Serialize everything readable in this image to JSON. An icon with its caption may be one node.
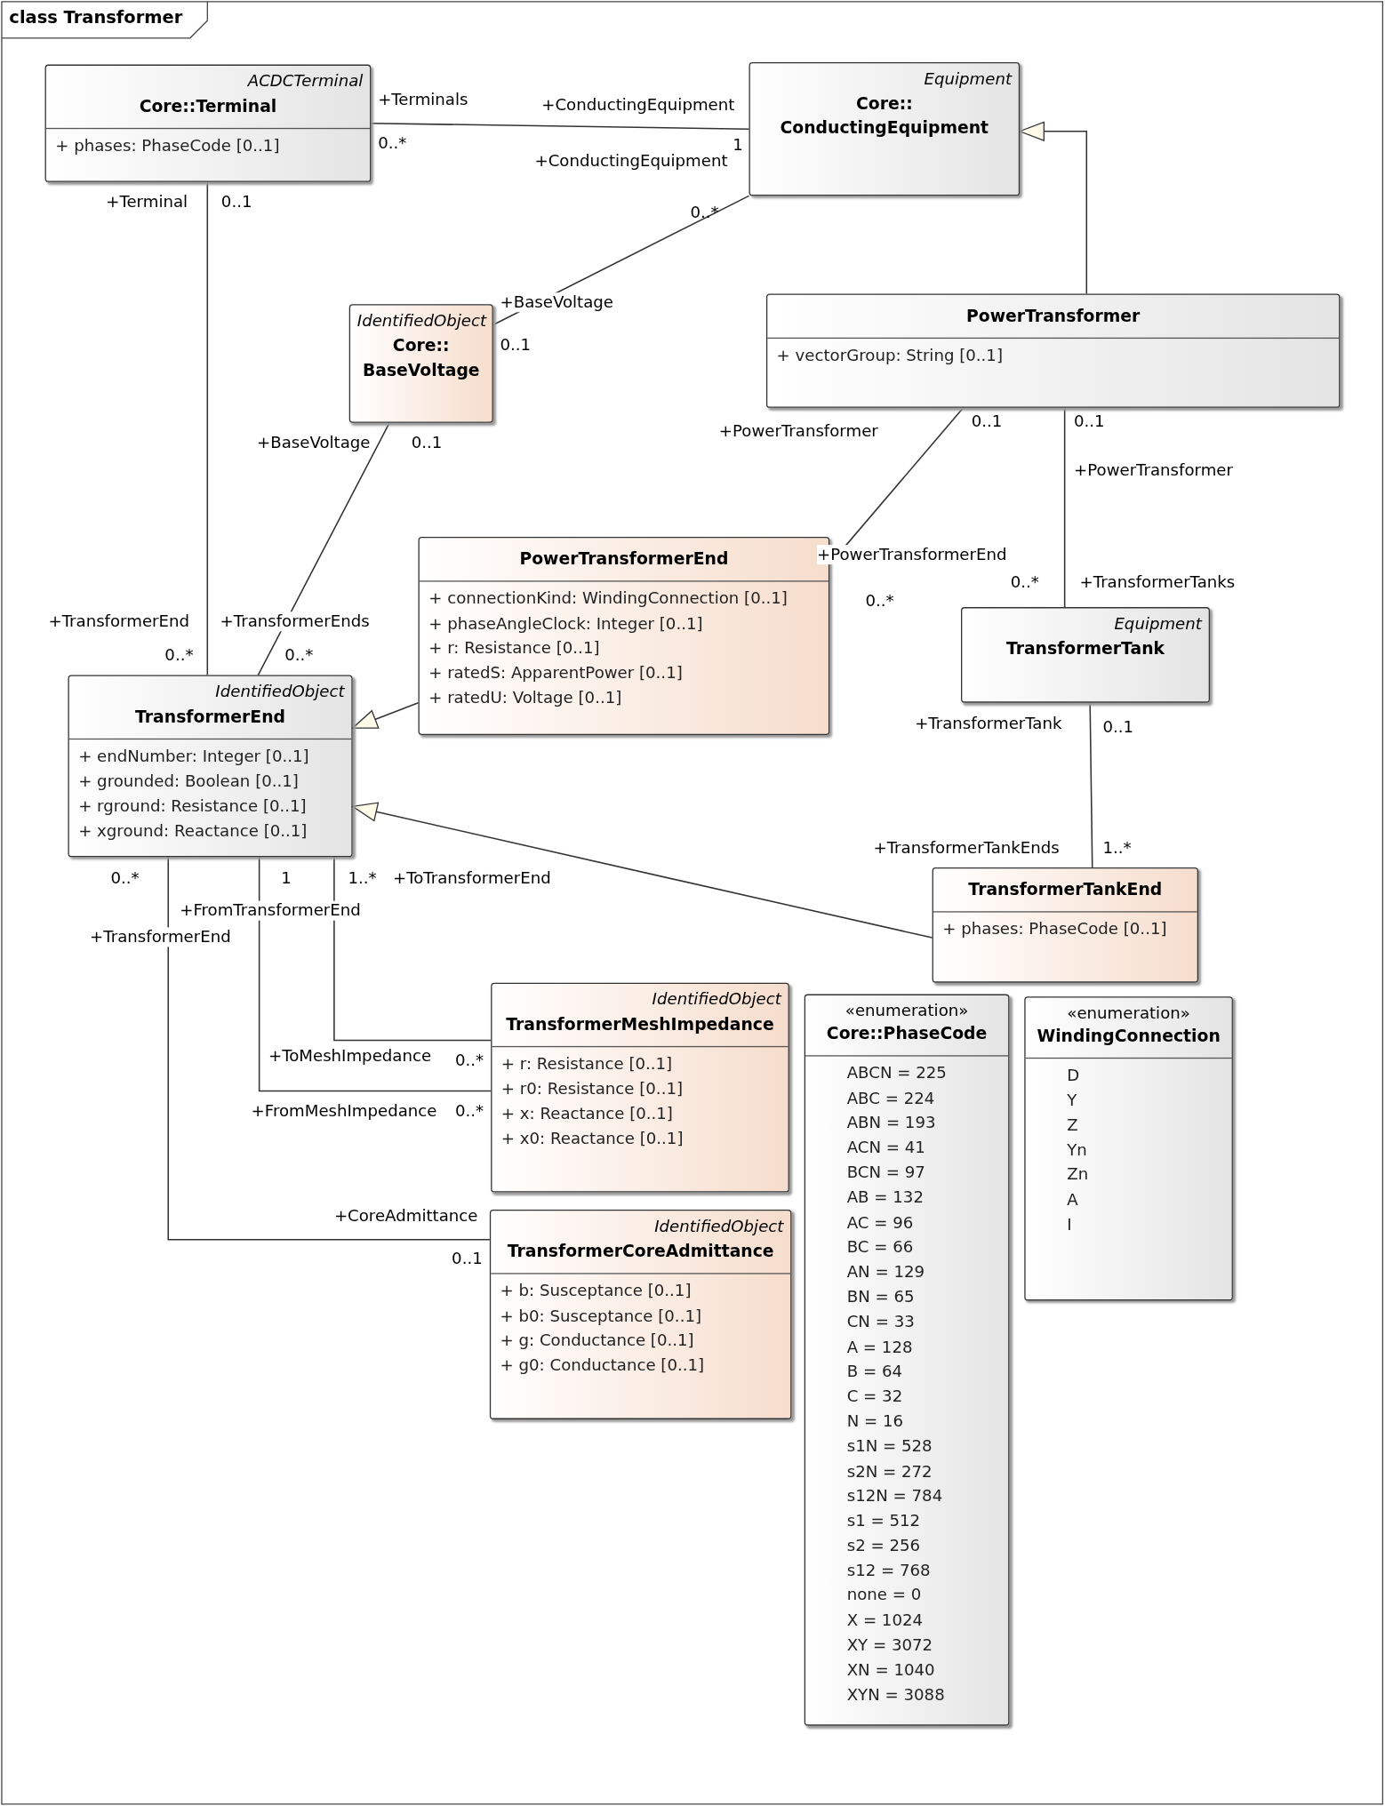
{
  "diagram": {
    "title": "class Transformer",
    "nodes": [
      {
        "text": [
          "ACDCTerminal",
          "Core::Terminal",
          "+ phases: PhaseCode [0..1]"
        ]
      },
      {
        "text": [
          "Equipment",
          "Core:: ConductingEquipment"
        ]
      },
      {
        "text": [
          "IdentifiedObject",
          "Core:: BaseVoltage"
        ]
      },
      {
        "text": [
          "PowerTransformer",
          "+ vectorGroup: String [0..1]"
        ]
      },
      {
        "text": [
          "PowerTransformerEnd",
          "+ connectionKind: WindingConnection [0..1]",
          "+ phaseAngleClock: Integer [0..1]",
          "+ r: Resistance [0..1]",
          "+ ratedS: ApparentPower [0..1]",
          "+ ratedU: Voltage [0..1]"
        ]
      },
      {
        "text": [
          "Equipment",
          "TransformerTank"
        ]
      },
      {
        "text": [
          "IdentifiedObject",
          "TransformerEnd",
          "+ endNumber: Integer [0..1]",
          "+ grounded: Boolean [0..1]",
          "+ rground: Resistance [0..1]",
          "+ xground: Reactance [0..1]"
        ]
      },
      {
        "text": [
          "TransformerTankEnd",
          "+ phases: PhaseCode [0..1]"
        ]
      },
      {
        "text": [
          "IdentifiedObject",
          "TransformerMeshImpedance",
          "+ r: Resistance [0..1]",
          "+ r0: Resistance [0..1]",
          "+ x: Reactance [0..1]",
          "+ x0: Reactance [0..1]"
        ]
      },
      {
        "text": [
          "«enumeration»",
          "Core::PhaseCode",
          "ABCN = 225",
          "ABC = 224",
          "ABN = 193",
          "ACN = 41",
          "BCN = 97",
          "AB = 132",
          "AC = 96",
          "BC = 66",
          "AN = 129",
          "BN = 65",
          "CN = 33",
          "A = 128",
          "B = 64",
          "C = 32",
          "N = 16",
          "s1N = 528",
          "s2N = 272",
          "s12N = 784",
          "s1 = 512",
          "s2 = 256",
          "s12 = 768",
          "none = 0",
          "X = 1024",
          "XY = 3072",
          "XN = 1040",
          "XYN = 3088"
        ]
      },
      {
        "text": [
          "«enumeration»",
          "WindingConnection",
          "D",
          "Y",
          "Z",
          "Yn",
          "Zn",
          "A",
          "I"
        ]
      },
      {
        "text": [
          "IdentifiedObject",
          "TransformerCoreAdmittance",
          "+ b: Susceptance [0..1]",
          "+ b0: Susceptance [0..1]",
          "+ g: Conductance [0..1]",
          "+ g0: Conductance [0..1]"
        ]
      }
    ],
    "edges": [
      {
        "from": 0,
        "to": 1,
        "arrow": "none"
      },
      {
        "from": 3,
        "to": 1,
        "arrow": "to"
      },
      {
        "from": 2,
        "to": 1,
        "arrow": "none"
      },
      {
        "from": 0,
        "to": 6,
        "arrow": "none"
      },
      {
        "from": 2,
        "to": 6,
        "arrow": "none"
      },
      {
        "from": 4,
        "to": 6,
        "arrow": "to"
      },
      {
        "from": 3,
        "to": 4,
        "arrow": "none"
      },
      {
        "from": 3,
        "to": 5,
        "arrow": "none"
      },
      {
        "from": 5,
        "to": 7,
        "arrow": "none"
      },
      {
        "from": 7,
        "to": 6,
        "arrow": "to"
      },
      {
        "from": 6,
        "to": 8,
        "arrow": "none"
      },
      {
        "from": 6,
        "to": 8,
        "arrow": "none"
      },
      {
        "from": 6,
        "to": 11,
        "arrow": "none"
      }
    ],
    "labels": [
      "+Terminals",
      "+ConductingEquipment",
      "0..*",
      "1",
      "+ConductingEquipment",
      "+Terminal",
      "0..1",
      "0..*",
      "+BaseVoltage",
      "0..1",
      "+PowerTransformer",
      "0..1",
      "0..1",
      "+PowerTransformer",
      "+BaseVoltage",
      "0..1",
      "+PowerTransformerEnd",
      "0..*",
      "0..*",
      "+TransformerTanks",
      "+TransformerEnd",
      "0..*",
      "+TransformerEnds",
      "0..*",
      "+TransformerTank",
      "0..1",
      "+TransformerTankEnds",
      "1..*",
      "0..*",
      "1",
      "1..*",
      "+ToTransformerEnd",
      "+FromTransformerEnd",
      "+TransformerEnd",
      "+ToMeshImpedance",
      "0..*",
      "+FromMeshImpedance",
      "0..*",
      "+CoreAdmittance",
      "0..1"
    ]
  }
}
